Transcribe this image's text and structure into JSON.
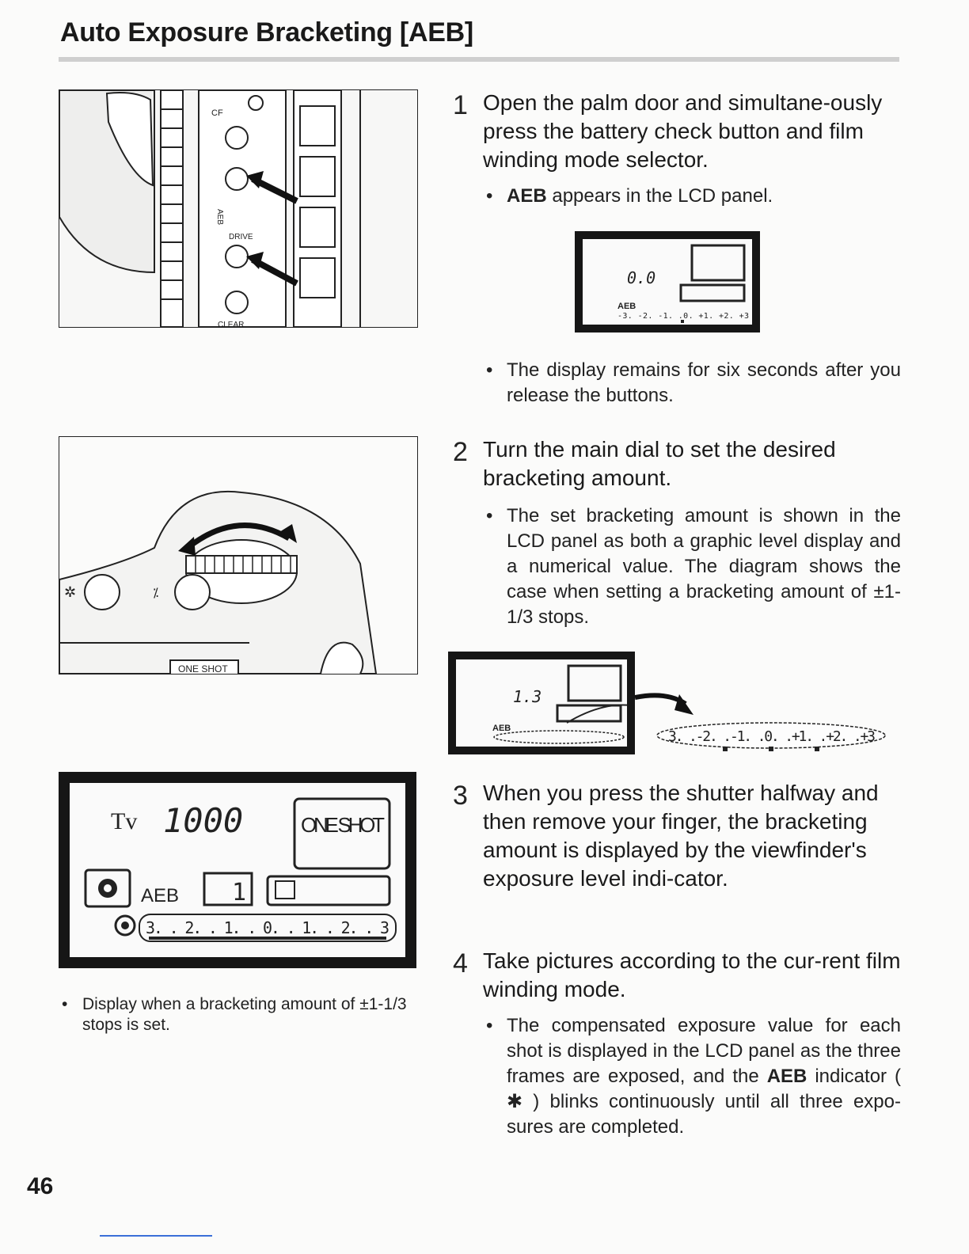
{
  "page": {
    "title": "Auto Exposure Bracketing [AEB]",
    "page_number": "46"
  },
  "figure1": {
    "label_cf": "CF",
    "label_aeb": "AEB",
    "label_drive": "DRIVE",
    "label_clear": "CLEAR"
  },
  "figure2": {
    "label_one_shot": "ONE SHOT"
  },
  "figure3": {
    "tv": "Tv",
    "shutter": "1000",
    "one_shot": "ONE SHOT",
    "aeb": "AEB",
    "frame": "1",
    "scale": "3. . 2. . 1. . 0. . 1. . 2. . 3"
  },
  "lcd1": {
    "value": "0.0",
    "aeb": "AEB",
    "scale": "-3. -2. -1. .0. +1. +2. +3"
  },
  "lcd2": {
    "value": "1.3",
    "aeb": "AEB",
    "zoom_scale": "3. .-2. .-1. .0. .+1. .+2. .+3"
  },
  "steps": [
    {
      "number": "1",
      "text": "Open the palm door and simultane-ously press the battery check button and film winding mode selector."
    },
    {
      "number": "2",
      "text": "Turn the main dial to set the desired bracketing amount."
    },
    {
      "number": "3",
      "text": "When you press the shutter halfway and then remove your finger, the bracketing amount is displayed by the viewfinder's exposure level indi-cator."
    },
    {
      "number": "4",
      "text": "Take pictures according to the cur-rent film winding mode."
    }
  ],
  "bullets": {
    "b1_bold": "AEB",
    "b1_rest": " appears in the LCD panel.",
    "b2": "The display remains for six seconds after you release the buttons.",
    "b3": "The set bracketing amount is shown in the LCD panel as both a graphic level display and a numerical value. The diagram shows the case when setting a bracketing amount of ±1-1/3 stops.",
    "b4_part1": "The compensated exposure value for each shot is displayed in the LCD panel as the three frames are exposed, and the ",
    "b4_bold": "AEB",
    "b4_part2": " indicator ( ✱ ) blinks continuously until all three expo-sures are completed."
  },
  "caption": "Display when a bracketing amount of ±1-1/3 stops is set."
}
